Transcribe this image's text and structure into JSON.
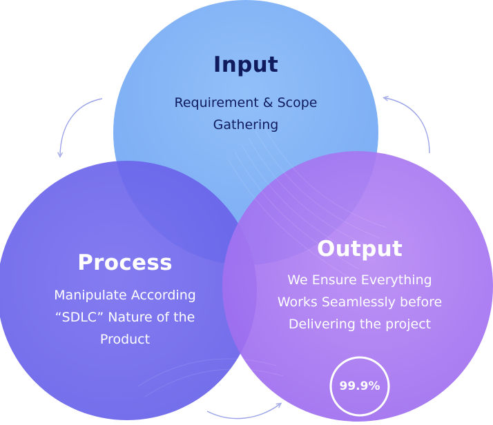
{
  "input": {
    "title": "Input",
    "lines": [
      "Requirement & Scope",
      "Gathering"
    ]
  },
  "process": {
    "title": "Process",
    "lines": [
      "Manipulate According",
      "“SDLC” Nature of the",
      "Product"
    ]
  },
  "output": {
    "title": "Output",
    "lines": [
      "We Ensure Everything",
      "Works Seamlessly before",
      "Delivering the project"
    ]
  },
  "badge": {
    "value_text": "99.9%",
    "progress": 0.999
  },
  "colors": {
    "input_circle": "#7fb3f5",
    "process_circle": "#6f67ec",
    "output_circle": "#a877f0",
    "arrow": "#9aa2e8",
    "dark_text": "#0f1b5c",
    "light_text": "#ffffff"
  }
}
